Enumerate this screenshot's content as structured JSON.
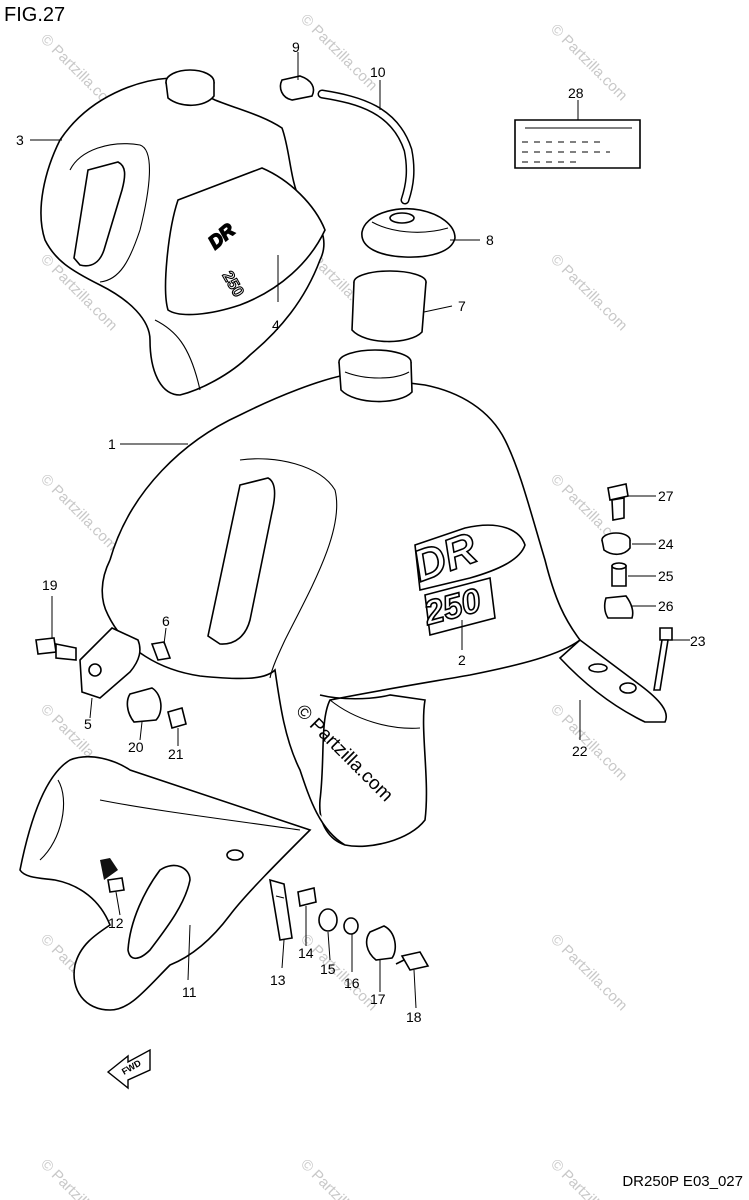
{
  "figure": {
    "title": "FIG.27",
    "code": "DR250P E03_027",
    "fwd_label": "FWD"
  },
  "watermark": {
    "text": "© Partzilla.com"
  },
  "decals": {
    "tank_logo": "DR",
    "tank_number": "250",
    "cover_logo": "DR",
    "cover_number": "250"
  },
  "callouts": [
    {
      "id": "1",
      "label": "1"
    },
    {
      "id": "2",
      "label": "2"
    },
    {
      "id": "3",
      "label": "3"
    },
    {
      "id": "4",
      "label": "4"
    },
    {
      "id": "5",
      "label": "5"
    },
    {
      "id": "6",
      "label": "6"
    },
    {
      "id": "7",
      "label": "7"
    },
    {
      "id": "8",
      "label": "8"
    },
    {
      "id": "9",
      "label": "9"
    },
    {
      "id": "10",
      "label": "10"
    },
    {
      "id": "11",
      "label": "11"
    },
    {
      "id": "12",
      "label": "12"
    },
    {
      "id": "13",
      "label": "13"
    },
    {
      "id": "14",
      "label": "14"
    },
    {
      "id": "15",
      "label": "15"
    },
    {
      "id": "16",
      "label": "16"
    },
    {
      "id": "17",
      "label": "17"
    },
    {
      "id": "18",
      "label": "18"
    },
    {
      "id": "19",
      "label": "19"
    },
    {
      "id": "20",
      "label": "20"
    },
    {
      "id": "21",
      "label": "21"
    },
    {
      "id": "22",
      "label": "22"
    },
    {
      "id": "23",
      "label": "23"
    },
    {
      "id": "24",
      "label": "24"
    },
    {
      "id": "25",
      "label": "25"
    },
    {
      "id": "26",
      "label": "26"
    },
    {
      "id": "27",
      "label": "27"
    },
    {
      "id": "28",
      "label": "28"
    }
  ]
}
